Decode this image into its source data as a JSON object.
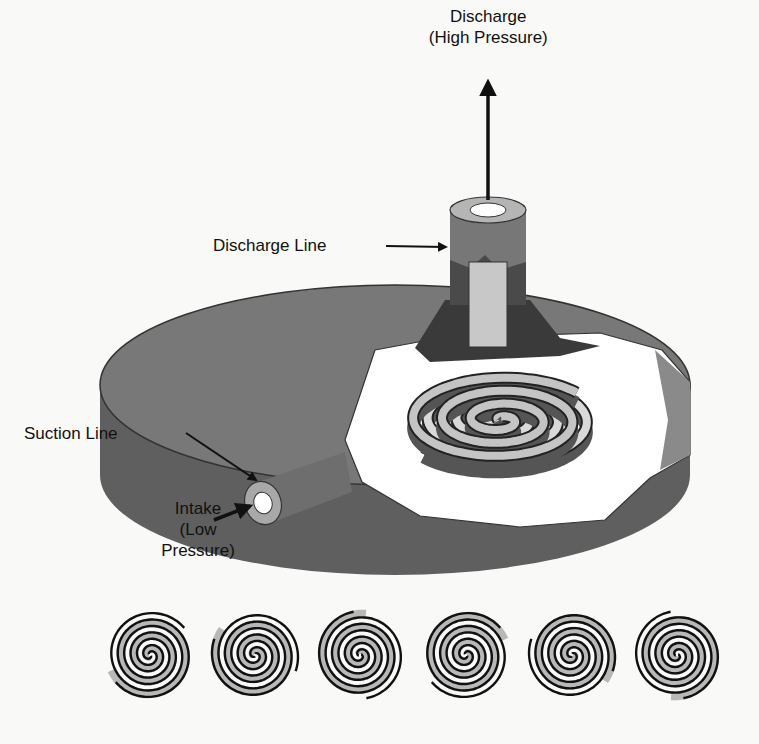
{
  "diagram": {
    "labels": [
      "Discharge (High Pressure)",
      "Discharge Line",
      "Suction Line",
      "Intake (Low Pressure)"
    ]
  }
}
